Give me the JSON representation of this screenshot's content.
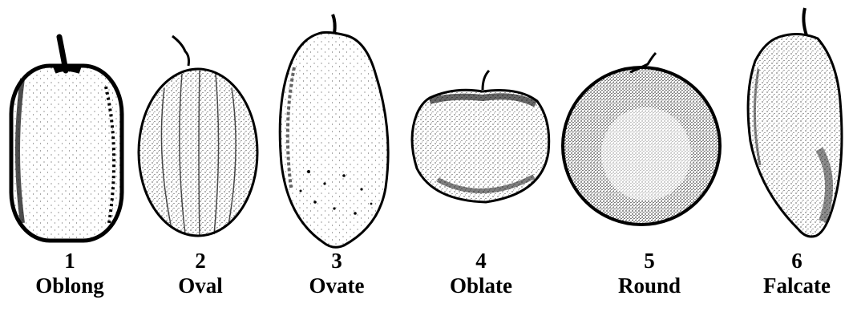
{
  "figure": {
    "shapes": [
      {
        "number": "1",
        "name": "Oblong",
        "icon": "oblong-fruit-icon"
      },
      {
        "number": "2",
        "name": "Oval",
        "icon": "oval-fruit-icon"
      },
      {
        "number": "3",
        "name": "Ovate",
        "icon": "ovate-fruit-icon"
      },
      {
        "number": "4",
        "name": "Oblate",
        "icon": "oblate-fruit-icon"
      },
      {
        "number": "5",
        "name": "Round",
        "icon": "round-fruit-icon"
      },
      {
        "number": "6",
        "name": "Falcate",
        "icon": "falcate-fruit-icon"
      }
    ]
  }
}
